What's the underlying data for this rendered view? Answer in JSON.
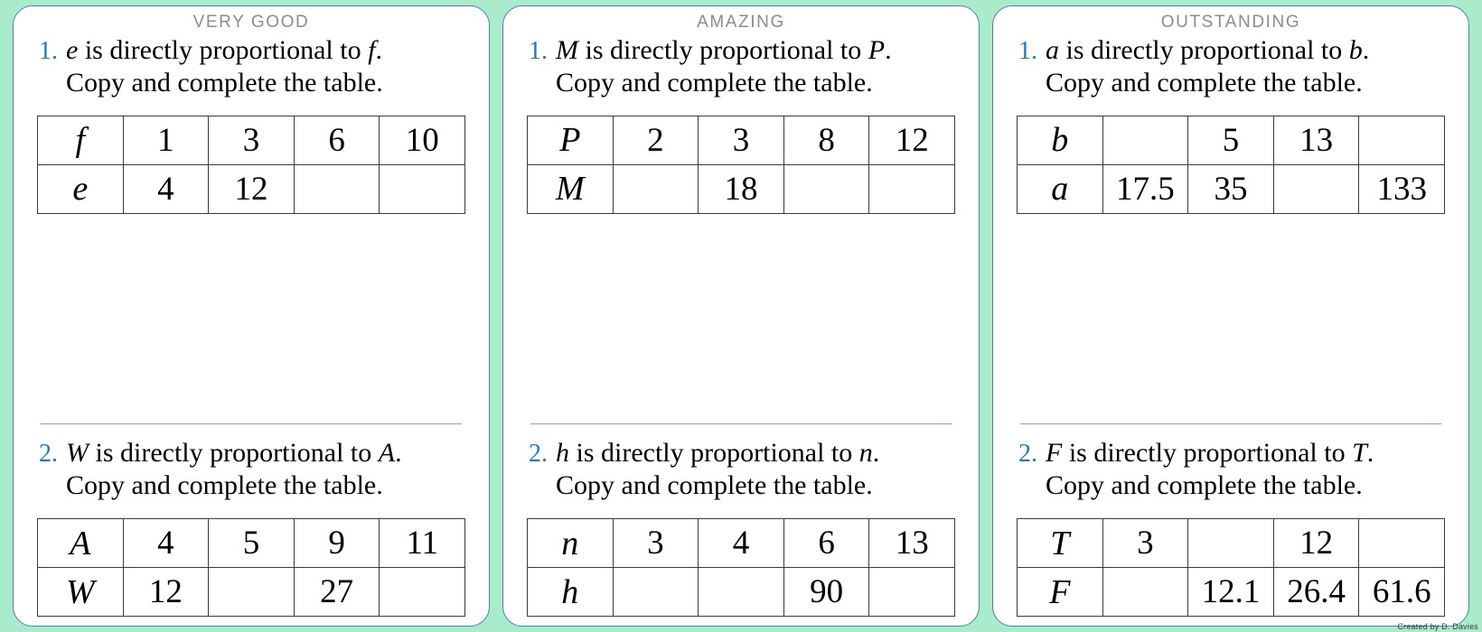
{
  "page": {
    "background_color": "#a9ebcb",
    "card_background": "#ffffff",
    "card_border_color": "#4a7fb5",
    "accent_number_color": "#1f7ac0",
    "title_color": "#8c8c8c",
    "table_border_color": "#3a3a3a",
    "credit": "Created by D. Davies"
  },
  "cards": [
    {
      "title": "VERY GOOD",
      "questions": [
        {
          "number": "1.",
          "line1_pre": "",
          "line1_var": "e",
          "line1_mid": " is directly proportional to ",
          "line1_var2": "f",
          "line1_end": ".",
          "line2": "Copy and complete the table.",
          "table": {
            "row1_label": "f",
            "row2_label": "e",
            "row1": [
              "1",
              "3",
              "6",
              "10"
            ],
            "row2": [
              "4",
              "12",
              "",
              ""
            ]
          }
        },
        {
          "number": "2.",
          "line1_pre": "",
          "line1_var": "W",
          "line1_mid": " is directly proportional to ",
          "line1_var2": "A",
          "line1_end": ".",
          "line2": "Copy and complete the table.",
          "table": {
            "row1_label": "A",
            "row2_label": "W",
            "row1": [
              "4",
              "5",
              "9",
              "11"
            ],
            "row2": [
              "12",
              "",
              "27",
              ""
            ]
          }
        }
      ]
    },
    {
      "title": "AMAZING",
      "questions": [
        {
          "number": "1.",
          "line1_pre": "",
          "line1_var": "M",
          "line1_mid": " is directly proportional to ",
          "line1_var2": "P",
          "line1_end": ".",
          "line2": "Copy and complete the table.",
          "table": {
            "row1_label": "P",
            "row2_label": "M",
            "row1": [
              "2",
              "3",
              "8",
              "12"
            ],
            "row2": [
              "",
              "18",
              "",
              ""
            ]
          }
        },
        {
          "number": "2.",
          "line1_pre": "",
          "line1_var": "h",
          "line1_mid": " is directly proportional to ",
          "line1_var2": "n",
          "line1_end": ".",
          "line2": "Copy and complete the table.",
          "table": {
            "row1_label": "n",
            "row2_label": "h",
            "row1": [
              "3",
              "4",
              "6",
              "13"
            ],
            "row2": [
              "",
              "",
              "90",
              ""
            ]
          }
        }
      ]
    },
    {
      "title": "OUTSTANDING",
      "questions": [
        {
          "number": "1.",
          "line1_pre": "",
          "line1_var": "a",
          "line1_mid": " is directly proportional to ",
          "line1_var2": "b",
          "line1_end": ".",
          "line2": "Copy and complete the table.",
          "table": {
            "row1_label": "b",
            "row2_label": "a",
            "row1": [
              "",
              "5",
              "13",
              ""
            ],
            "row2": [
              "17.5",
              "35",
              "",
              "133"
            ]
          }
        },
        {
          "number": "2.",
          "line1_pre": "",
          "line1_var": "F",
          "line1_mid": " is directly proportional to ",
          "line1_var2": "T",
          "line1_end": ".",
          "line2": "Copy and complete the table.",
          "table": {
            "row1_label": "T",
            "row2_label": "F",
            "row1": [
              "3",
              "",
              "12",
              ""
            ],
            "row2": [
              "",
              "12.1",
              "26.4",
              "61.6"
            ]
          }
        }
      ]
    }
  ]
}
